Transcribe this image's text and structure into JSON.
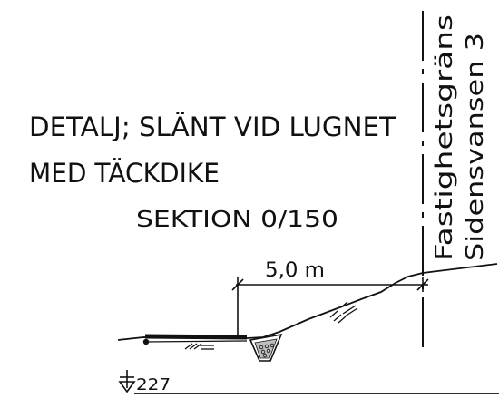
{
  "drawing": {
    "title_line1": "DETALJ; SLÄNT VID LUGNET",
    "title_line2": "MED TÄCKDIKE",
    "section": "SEKTION 0/150"
  },
  "boundary": {
    "label1": "Fastighetsgräns",
    "label2": "Sidensvansen 3"
  },
  "dimension": {
    "label": "5,0 m"
  },
  "elevation": {
    "label": "227"
  }
}
